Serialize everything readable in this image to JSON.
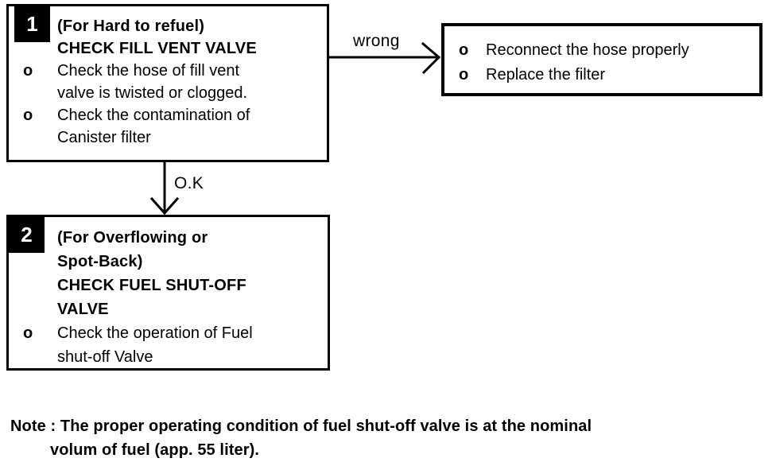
{
  "colors": {
    "ink": "#000000",
    "paper": "#ffffff"
  },
  "flowchart": {
    "box1": {
      "badge": "1",
      "marker": "o",
      "title_line1": "(For Hard to refuel)",
      "title_line2": "CHECK FILL VENT VALVE",
      "bullet1_line1": "Check the hose of fill vent",
      "bullet1_line2": "valve is twisted or clogged.",
      "bullet2_line1": "Check the contamination of",
      "bullet2_line2": "Canister filter"
    },
    "wrong_label": "wrong",
    "ok_label": "O.K",
    "result_box": {
      "marker": "o",
      "bullet1": "Reconnect the hose properly",
      "bullet2": "Replace the filter"
    },
    "box2": {
      "badge": "2",
      "marker": "o",
      "title_line1": "(For Overflowing or",
      "title_line2": "Spot-Back)",
      "title_line3": "CHECK FUEL SHUT-OFF",
      "title_line4": "VALVE",
      "bullet1_line1": "Check the operation of Fuel",
      "bullet1_line2": "shut-off Valve"
    },
    "note": {
      "line1": "Note : The proper operating condition of fuel shut-off valve is at the nominal",
      "line2": "volum of fuel (app. 55 liter)."
    }
  }
}
